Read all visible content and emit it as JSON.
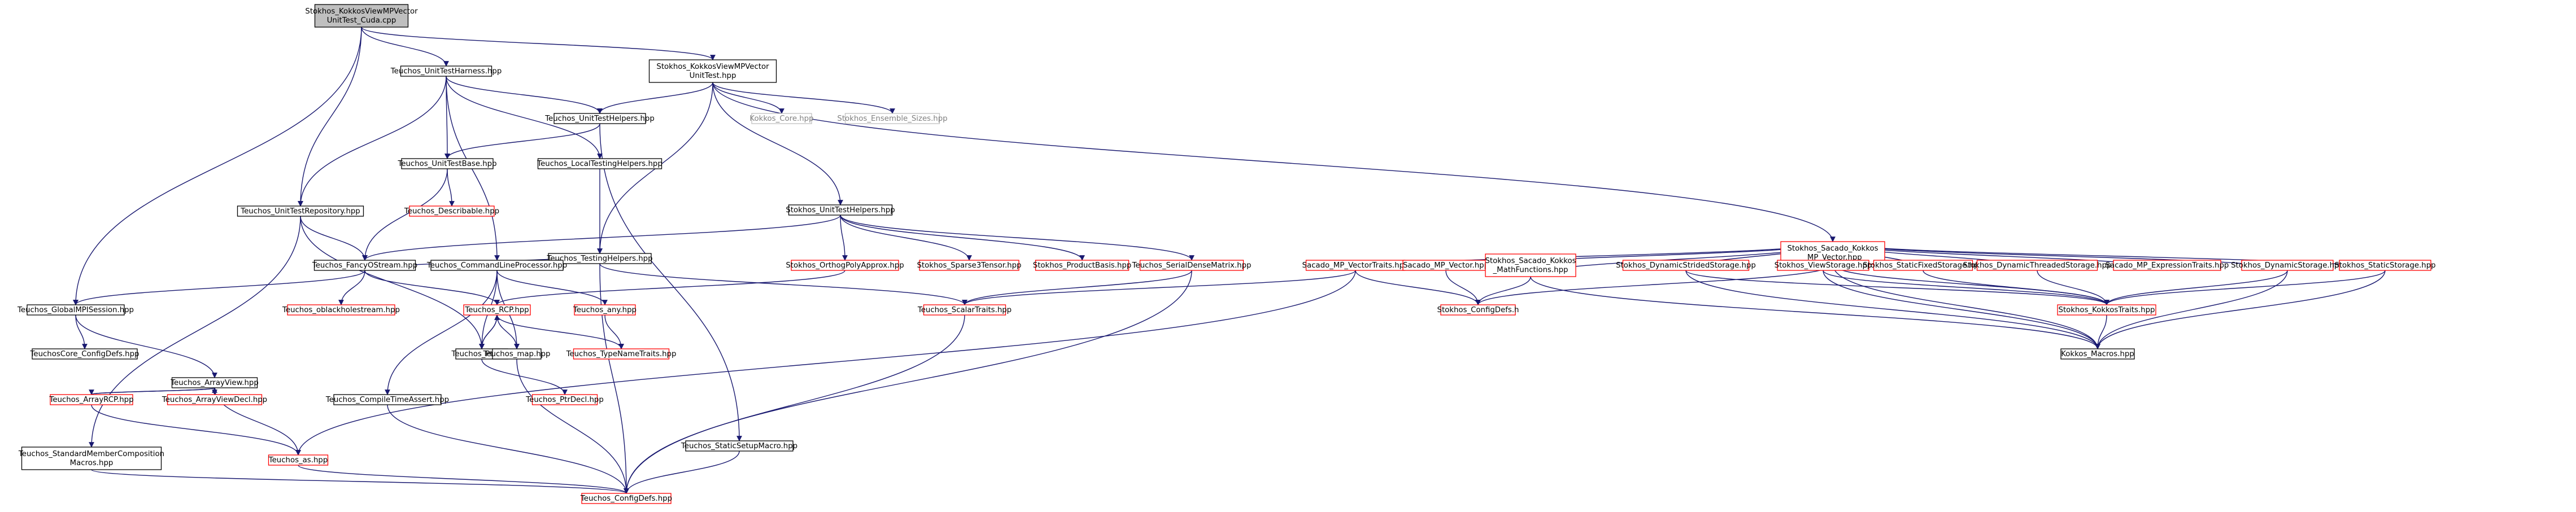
{
  "colors": {
    "edge": "#191970",
    "border_black": "#000000",
    "border_red": "#ff0000",
    "border_grey": "#bfbfbf",
    "root_fill": "#bfbfbf",
    "node_fill": "#ffffff",
    "text_black": "#000000",
    "text_grey": "#808080"
  },
  "nodes": [
    {
      "id": "root",
      "style": "root",
      "lines": [
        "Stokhos_KokkosViewMPVector",
        "UnitTest_Cuda.cpp"
      ]
    },
    {
      "id": "harness",
      "style": "black",
      "lines": [
        "Teuchos_UnitTestHarness.hpp"
      ]
    },
    {
      "id": "skvmp",
      "style": "black",
      "lines": [
        "Stokhos_KokkosViewMPVector",
        "UnitTest.hpp"
      ]
    },
    {
      "id": "uth",
      "style": "black",
      "lines": [
        "Teuchos_UnitTestHelpers.hpp"
      ]
    },
    {
      "id": "kcore",
      "style": "grey",
      "lines": [
        "Kokkos_Core.hpp"
      ]
    },
    {
      "id": "ens",
      "style": "grey",
      "lines": [
        "Stokhos_Ensemble_Sizes.hpp"
      ]
    },
    {
      "id": "utb",
      "style": "black",
      "lines": [
        "Teuchos_UnitTestBase.hpp"
      ]
    },
    {
      "id": "ltest",
      "style": "black",
      "lines": [
        "Teuchos_LocalTestingHelpers.hpp"
      ]
    },
    {
      "id": "desc",
      "style": "red",
      "lines": [
        "Teuchos_Describable.hpp"
      ]
    },
    {
      "id": "utrep",
      "style": "black",
      "lines": [
        "Teuchos_UnitTestRepository.hpp"
      ]
    },
    {
      "id": "testh",
      "style": "black",
      "lines": [
        "Teuchos_TestingHelpers.hpp"
      ]
    },
    {
      "id": "suth",
      "style": "black",
      "lines": [
        "Stokhos_UnitTestHelpers.hpp"
      ]
    },
    {
      "id": "sacado",
      "style": "red",
      "lines": [
        "Stokhos_Sacado_Kokkos",
        "_MP_Vector.hpp"
      ]
    },
    {
      "id": "fos",
      "style": "black",
      "lines": [
        "Teuchos_FancyOStream.hpp"
      ]
    },
    {
      "id": "clp",
      "style": "black",
      "lines": [
        "Teuchos_CommandLineProcessor.hpp"
      ]
    },
    {
      "id": "orth",
      "style": "red",
      "lines": [
        "Stokhos_OrthogPolyApprox.hpp"
      ]
    },
    {
      "id": "sparse3",
      "style": "red",
      "lines": [
        "Stokhos_Sparse3Tensor.hpp"
      ]
    },
    {
      "id": "prodb",
      "style": "red",
      "lines": [
        "Stokhos_ProductBasis.hpp"
      ]
    },
    {
      "id": "sdm",
      "style": "red",
      "lines": [
        "Teuchos_SerialDenseMatrix.hpp"
      ]
    },
    {
      "id": "smpvt",
      "style": "red",
      "lines": [
        "Sacado_MP_VectorTraits.hpp"
      ]
    },
    {
      "id": "smpv",
      "style": "red",
      "lines": [
        "Sacado_MP_Vector.hpp"
      ]
    },
    {
      "id": "sskmath",
      "style": "red",
      "lines": [
        "Stokhos_Sacado_Kokkos",
        "_MathFunctions.hpp"
      ]
    },
    {
      "id": "dss",
      "style": "red",
      "lines": [
        "Stokhos_DynamicStridedStorage.hpp"
      ]
    },
    {
      "id": "vs",
      "style": "red",
      "lines": [
        "Stokhos_ViewStorage.hpp"
      ]
    },
    {
      "id": "sfs",
      "style": "red",
      "lines": [
        "Stokhos_StaticFixedStorage.hpp"
      ]
    },
    {
      "id": "dts",
      "style": "red",
      "lines": [
        "Stokhos_DynamicThreadedStorage.hpp"
      ]
    },
    {
      "id": "smpet",
      "style": "red",
      "lines": [
        "Sacado_MP_ExpressionTraits.hpp"
      ]
    },
    {
      "id": "ds",
      "style": "red",
      "lines": [
        "Stokhos_DynamicStorage.hpp"
      ]
    },
    {
      "id": "ss",
      "style": "red",
      "lines": [
        "Stokhos_StaticStorage.hpp"
      ]
    },
    {
      "id": "gmpi",
      "style": "black",
      "lines": [
        "Teuchos_GlobalMPISession.hpp"
      ]
    },
    {
      "id": "odbl",
      "style": "red",
      "lines": [
        "Teuchos_oblackholestream.hpp"
      ]
    },
    {
      "id": "rcp",
      "style": "red",
      "lines": [
        "Teuchos_RCP.hpp"
      ]
    },
    {
      "id": "tany",
      "style": "red",
      "lines": [
        "Teuchos_any.hpp"
      ]
    },
    {
      "id": "scal",
      "style": "red",
      "lines": [
        "Teuchos_ScalarTraits.hpp"
      ]
    },
    {
      "id": "cfgh",
      "style": "red",
      "lines": [
        "Stokhos_ConfigDefs.h"
      ]
    },
    {
      "id": "skt",
      "style": "red",
      "lines": [
        "Stokhos_KokkosTraits.hpp"
      ]
    },
    {
      "id": "ccfg",
      "style": "black",
      "lines": [
        "TeuchosCore_ConfigDefs.hpp"
      ]
    },
    {
      "id": "ptr",
      "style": "black",
      "lines": [
        "Teuchos_Ptr.hpp"
      ]
    },
    {
      "id": "map",
      "style": "black",
      "lines": [
        "Teuchos_map.hpp"
      ]
    },
    {
      "id": "tnt",
      "style": "red",
      "lines": [
        "Teuchos_TypeNameTraits.hpp"
      ]
    },
    {
      "id": "kmac",
      "style": "black",
      "lines": [
        "Kokkos_Macros.hpp"
      ]
    },
    {
      "id": "av",
      "style": "black",
      "lines": [
        "Teuchos_ArrayView.hpp"
      ]
    },
    {
      "id": "arcp",
      "style": "red",
      "lines": [
        "Teuchos_ArrayRCP.hpp"
      ]
    },
    {
      "id": "avd",
      "style": "red",
      "lines": [
        "Teuchos_ArrayViewDecl.hpp"
      ]
    },
    {
      "id": "cta",
      "style": "black",
      "lines": [
        "Teuchos_CompileTimeAssert.hpp"
      ]
    },
    {
      "id": "ptrd",
      "style": "red",
      "lines": [
        "Teuchos_PtrDecl.hpp"
      ]
    },
    {
      "id": "ssm",
      "style": "black",
      "lines": [
        "Teuchos_StaticSetupMacro.hpp"
      ]
    },
    {
      "id": "smcm",
      "style": "black",
      "lines": [
        "Teuchos_StandardMemberComposition",
        "Macros.hpp"
      ]
    },
    {
      "id": "as",
      "style": "red",
      "lines": [
        "Teuchos_as.hpp"
      ]
    },
    {
      "id": "cfg",
      "style": "red",
      "lines": [
        "Teuchos_ConfigDefs.hpp"
      ]
    }
  ]
}
